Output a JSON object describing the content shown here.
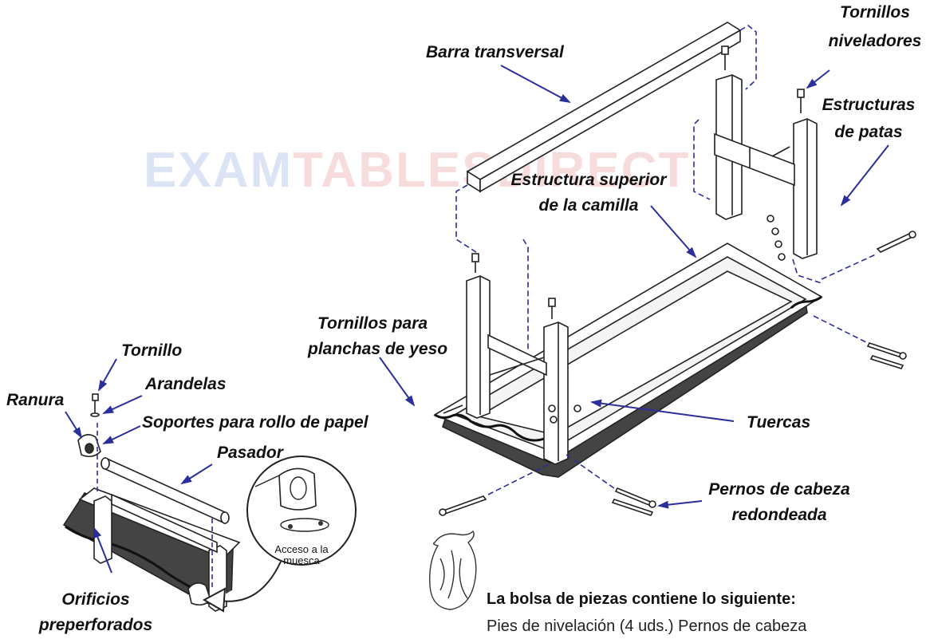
{
  "watermark": {
    "part1": "EXAM",
    "part2": "TABLESDIRECT"
  },
  "labels": {
    "barra": "Barra transversal",
    "tornillos_niveladores_1": "Tornillos",
    "tornillos_niveladores_2": "niveladores",
    "estructuras_1": "Estructuras",
    "estructuras_2": "de patas",
    "estructura_superior_1": "Estructura superior",
    "estructura_superior_2": "de la camilla",
    "tornillos_yeso_1": "Tornillos para",
    "tornillos_yeso_2": "planchas de yeso",
    "tornillo": "Tornillo",
    "arandelas": "Arandelas",
    "ranura": "Ranura",
    "soportes": "Soportes para rollo de papel",
    "pasador": "Pasador",
    "tuercas": "Tuercas",
    "pernos_1": "Pernos de cabeza",
    "pernos_2": "redondeada",
    "acceso_1": "Acceso a la",
    "acceso_2": "muesca",
    "orificios_1": "Orificios",
    "orificios_2": "preperforados"
  },
  "bag": {
    "title": "La bolsa de piezas contiene lo siguiente:",
    "line1": "Pies de nivelación (4 uds.)  Pernos de cabeza"
  }
}
